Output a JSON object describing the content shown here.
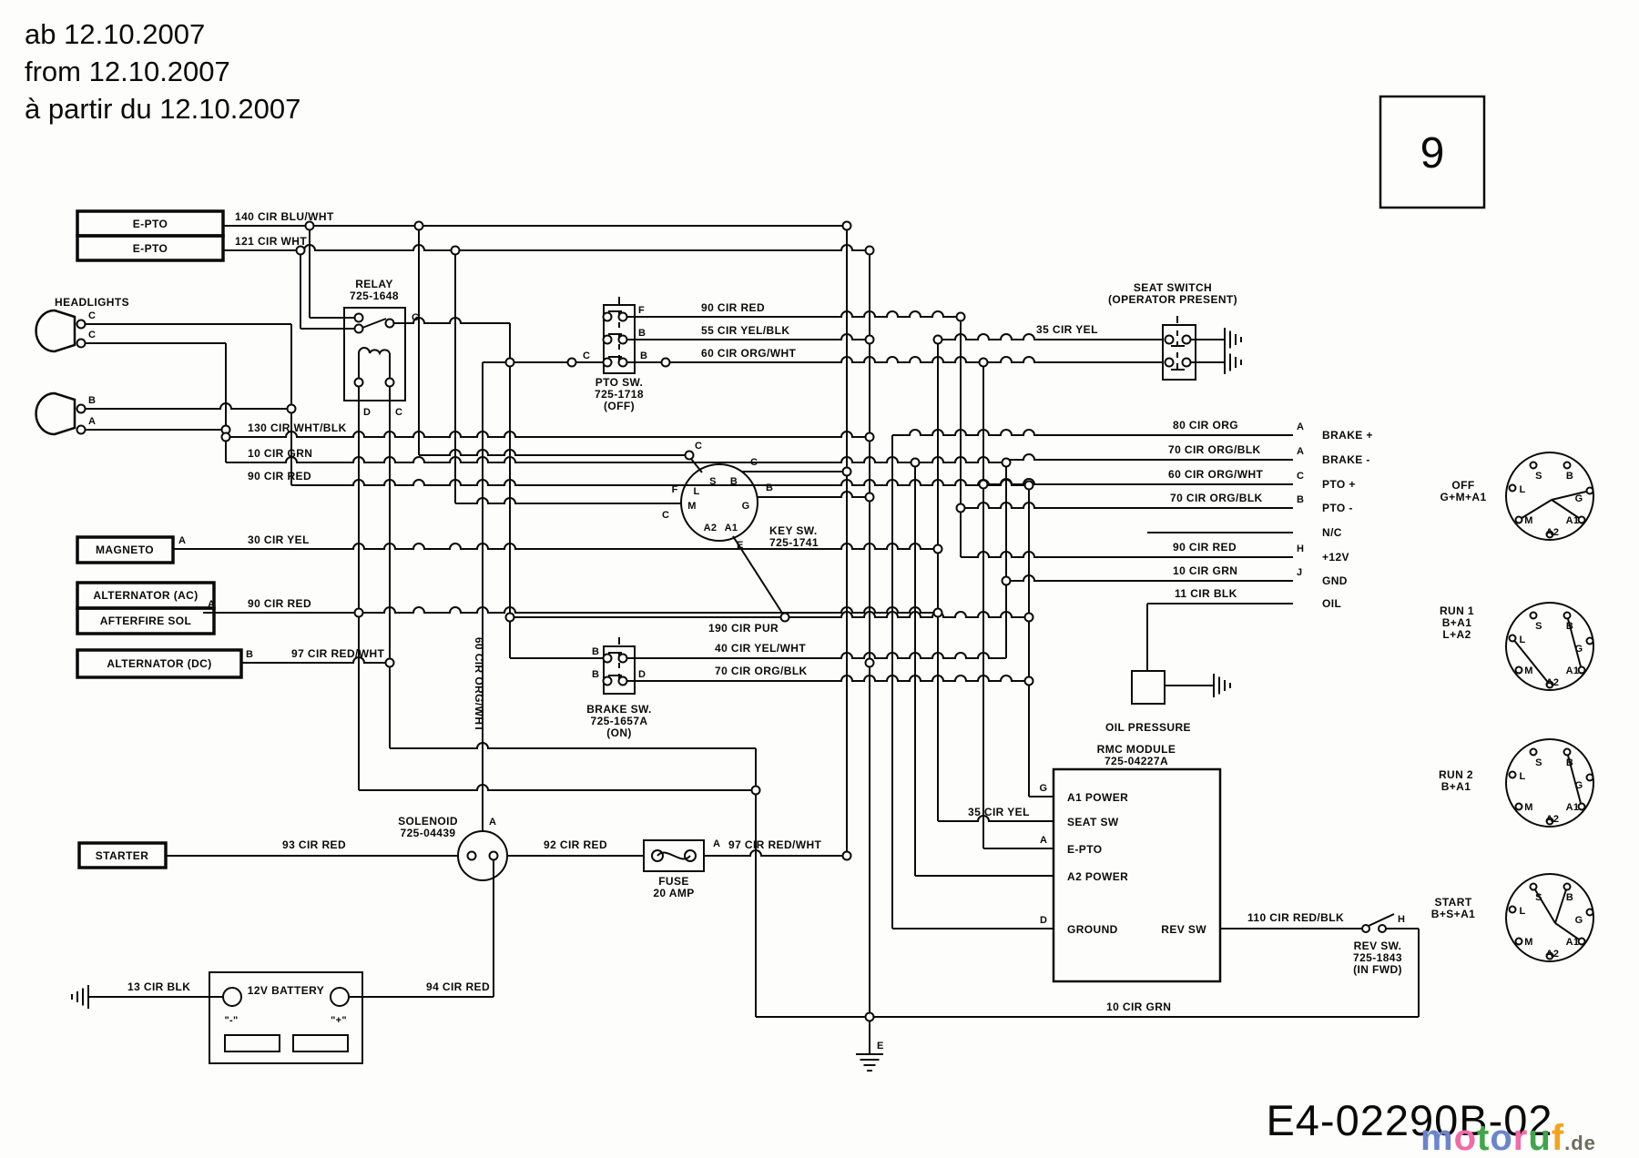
{
  "title_block": {
    "line1": "ab 12.10.2007",
    "line2": "from 12.10.2007",
    "line3": "à partir du 12.10.2007"
  },
  "page_number": "9",
  "drawing_number": "E4-02290B-02",
  "watermark": {
    "letters": [
      {
        "ch": "m",
        "color": "#6b85cc"
      },
      {
        "ch": "o",
        "color": "#f06ba8"
      },
      {
        "ch": "t",
        "color": "#3fa64a"
      },
      {
        "ch": "o",
        "color": "#6b85cc"
      },
      {
        "ch": "r",
        "color": "#f06ba8"
      },
      {
        "ch": "u",
        "color": "#3fa64a"
      },
      {
        "ch": "f",
        "color": "#f6a21c"
      }
    ],
    "suffix": ".de"
  },
  "components": {
    "epto": "E-PTO",
    "headlights": "HEADLIGHTS",
    "relay": {
      "name": "RELAY",
      "pn": "725-1648"
    },
    "magneto": "MAGNETO",
    "alt_ac": "ALTERNATOR (AC)",
    "afterfire": "AFTERFIRE SOL",
    "alt_dc": "ALTERNATOR (DC)",
    "starter": "STARTER",
    "solenoid": {
      "name": "SOLENOID",
      "pn": "725-04439"
    },
    "fuse": {
      "name": "FUSE",
      "rating": "20 AMP"
    },
    "battery": {
      "name": "12V BATTERY",
      "neg": "\"-\"",
      "pos": "\"+\""
    },
    "pto_sw": {
      "name": "PTO SW.",
      "pn": "725-1718",
      "state": "(OFF)"
    },
    "key_sw": {
      "name": "KEY SW.",
      "pn": "725-1741"
    },
    "brake_sw": {
      "name": "BRAKE SW.",
      "pn": "725-1657A",
      "state": "(ON)"
    },
    "seat_sw": {
      "name": "SEAT SWITCH",
      "note": "(OPERATOR PRESENT)"
    },
    "rev_sw": {
      "name": "REV SW.",
      "pn": "725-1843",
      "state": "(IN FWD)"
    },
    "rmc": {
      "name": "RMC MODULE",
      "pn": "725-04227A",
      "pins": [
        "A1 POWER",
        "SEAT SW",
        "E-PTO",
        "A2 POWER",
        "GROUND",
        "REV SW"
      ]
    },
    "oil_pressure": "OIL PRESSURE"
  },
  "wires": {
    "w140": "140 CIR BLU/WHT",
    "w121": "121 CIR WHT",
    "w130": "130 CIR WHT/BLK",
    "w10": "10 CIR GRN",
    "w90": "90 CIR RED",
    "w30": "30 CIR YEL",
    "w97": "97 CIR RED/WHT",
    "w93": "93 CIR RED",
    "w92": "92 CIR RED",
    "w94": "94 CIR RED",
    "w13": "13 CIR BLK",
    "w55": "55 CIR YEL/BLK",
    "w60": "60 CIR ORG/WHT",
    "w190": "190 CIR PUR",
    "w40": "40 CIR YEL/WHT",
    "w70": "70 CIR ORG/BLK",
    "w80": "80 CIR ORG",
    "w35": "35 CIR YEL",
    "w11": "11 CIR BLK",
    "w110": "110 CIR RED/BLK"
  },
  "connector": {
    "brake_plus": "BRAKE +",
    "brake_minus": "BRAKE -",
    "pto_plus": "PTO +",
    "pto_minus": "PTO -",
    "nc": "N/C",
    "v12": "+12V",
    "gnd": "GND",
    "oil": "OIL"
  },
  "terminals": {
    "a": "A",
    "b": "B",
    "c": "C",
    "d": "D",
    "e": "E",
    "f": "F",
    "g": "G",
    "h": "H",
    "j": "J",
    "s": "S",
    "l": "L",
    "m": "M",
    "a1": "A1",
    "a2": "A2"
  },
  "ignition": [
    {
      "name": "OFF",
      "combo": [
        "G+M+A1"
      ]
    },
    {
      "name": "RUN 1",
      "combo": [
        "B+A1",
        "L+A2"
      ]
    },
    {
      "name": "RUN 2",
      "combo": [
        "B+A1"
      ]
    },
    {
      "name": "START",
      "combo": [
        "B+S+A1"
      ]
    }
  ]
}
